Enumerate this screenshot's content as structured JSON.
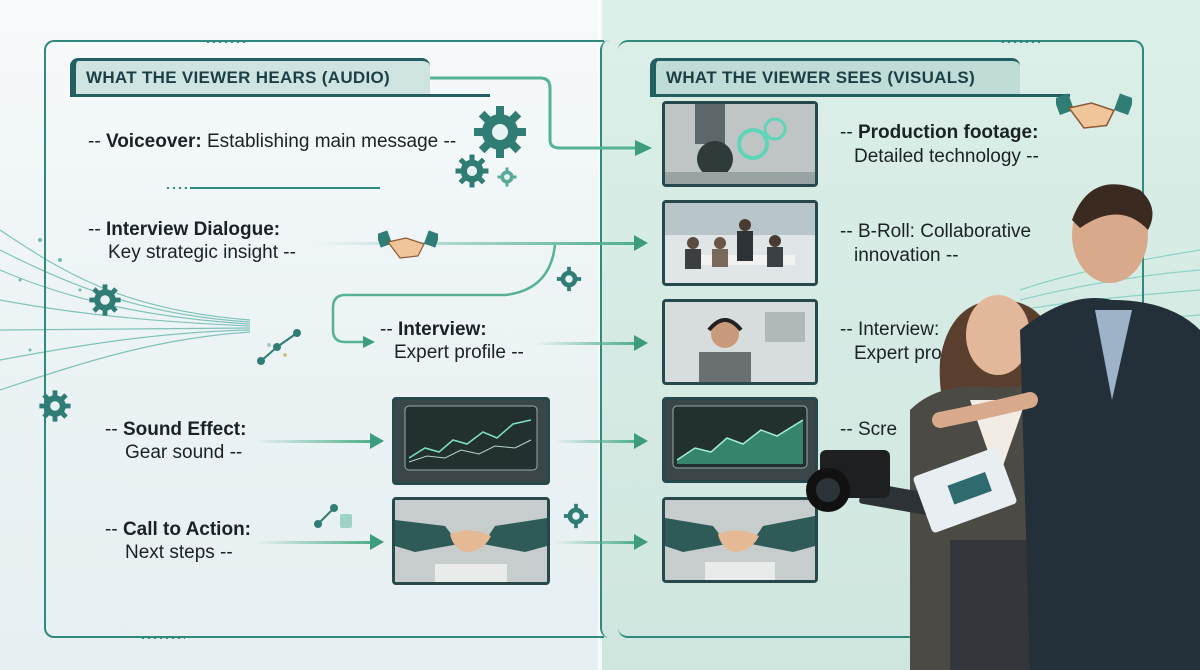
{
  "headers": {
    "audio": "WHAT THE VIEWER HEARS (AUDIO)",
    "visuals": "WHAT THE VIEWER SEES (VISUALS)"
  },
  "audio_rows": [
    {
      "prefix": "-- ",
      "bold": "Voiceover:",
      "text": " Establishing main message --",
      "line2": ""
    },
    {
      "prefix": "-- ",
      "bold": "Interview Dialogue:",
      "text": "",
      "line2": "Key strategic insight --"
    },
    {
      "prefix": "-- ",
      "bold": "Interview:",
      "text": "",
      "line2": "Expert profile --"
    },
    {
      "prefix": "-- ",
      "bold": "Sound Effect:",
      "text": "",
      "line2": "Gear sound --"
    },
    {
      "prefix": "-- ",
      "bold": "Call to Action:",
      "text": "",
      "line2": "Next steps --"
    }
  ],
  "visual_rows": [
    {
      "prefix": "-- ",
      "bold": "Production footage:",
      "line2": "Detailed technology --"
    },
    {
      "prefix": "-- ",
      "bold": "B-Roll: Collaborative",
      "line2": "innovation --"
    },
    {
      "prefix": "-- ",
      "bold": "Interview:",
      "line2": "Expert pro"
    },
    {
      "prefix": "-- ",
      "bold": "Scre",
      "line2": ""
    }
  ],
  "icons": {
    "gears": "gear-icon",
    "handshake": "handshake-icon",
    "network": "network-icon",
    "monitor": "monitor-chart-icon",
    "camera": "camera-icon"
  },
  "colors": {
    "accent": "#2f8a7c",
    "dark": "#235f63",
    "arrow": "#4fae8d"
  }
}
